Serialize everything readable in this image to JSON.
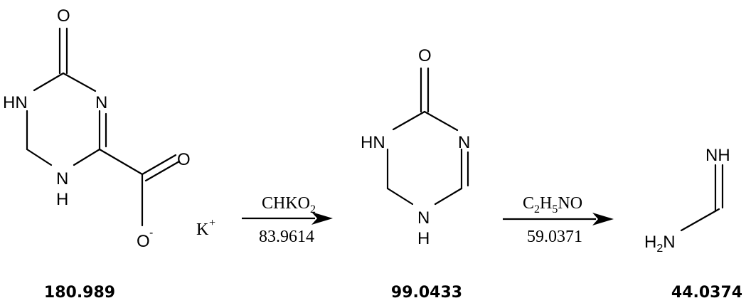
{
  "molecules": {
    "m1": {
      "atoms": {
        "o_top": "O",
        "hn_left": "HN",
        "n_right": "N",
        "n_bottom": "N",
        "h_bottom": "H",
        "o_acid": "O",
        "o_minus": "O",
        "minus_sign": "-"
      },
      "mass": "180.989"
    },
    "counter_ion": {
      "symbol": "K",
      "charge": "+"
    },
    "m2": {
      "atoms": {
        "o_top": "O",
        "hn_left": "HN",
        "n_right": "N",
        "n_bottom": "N",
        "h_bottom": "H"
      },
      "mass": "99.0433"
    },
    "m3": {
      "atoms": {
        "nh_top": "NH",
        "h2n_h": "H",
        "h2n_sub": "2",
        "h2n_n": "N"
      },
      "mass": "44.0374"
    }
  },
  "arrows": [
    {
      "formula_parts": [
        "CHKO",
        "2"
      ],
      "mass": "83.9614"
    },
    {
      "formula_parts": [
        "C",
        "2",
        "H",
        "5",
        "NO"
      ],
      "mass": "59.0371"
    }
  ]
}
